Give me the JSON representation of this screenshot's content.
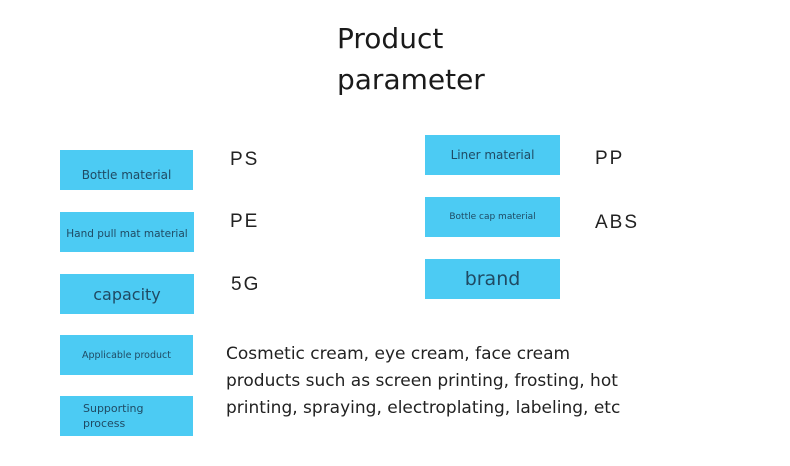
{
  "title": {
    "line1": "Product",
    "line2": "parameter"
  },
  "left_params": [
    {
      "label": "Bottle material",
      "value": "PS"
    },
    {
      "label": "Hand pull mat material",
      "value": "PE"
    },
    {
      "label": "capacity",
      "value": "5G"
    },
    {
      "label": "Applicable product"
    },
    {
      "label": "Supporting process"
    }
  ],
  "right_params": [
    {
      "label": "Liner material",
      "value": "PP"
    },
    {
      "label": "Bottle cap material",
      "value": "ABS"
    },
    {
      "label": "brand",
      "value": ""
    }
  ],
  "description": {
    "line1": "Cosmetic cream, eye cream, face cream",
    "line2": "products such as screen printing, frosting, hot",
    "line3": "printing, spraying, electroplating, labeling, etc"
  },
  "colors": {
    "label_bg": "#4ccbf3",
    "label_text": "#1f4a63"
  }
}
